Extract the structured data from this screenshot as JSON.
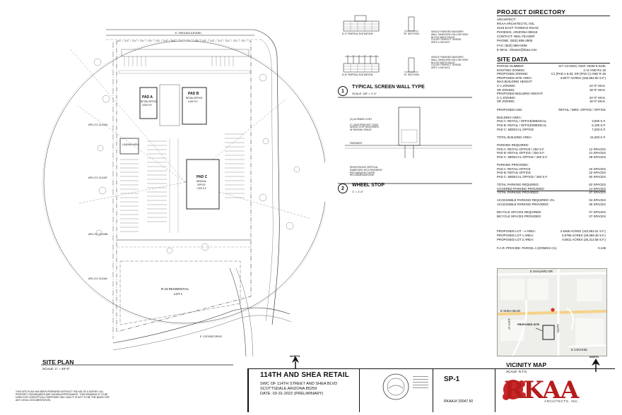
{
  "directory": {
    "title": "PROJECT DIRECTORY",
    "lines": [
      "ARCHITECT:",
      "RKAA ARCHITECTS, INC.",
      "2233 EAST THOMAS ROAD",
      "PHOENIX, ARIZONA 85016",
      "CONTACT: NEIL FEASER",
      "PHONE: (602) 955-3900",
      "FAX: (602) 955-0496",
      "E-MAIL: nfeaser@rkaa.com"
    ]
  },
  "site_data": {
    "title": "SITE DATA",
    "rows": [
      {
        "label": "PARCEL NUMBER:",
        "value": "217-13-034G, 034F, 034M & 034K"
      },
      {
        "label": "EXISTING ZONING:",
        "value": "C-O AND R1-18"
      },
      {
        "label": "PROPOSED ZONING:",
        "value": "C1 (PAD A & B), SR (PAD C) AND R-18"
      },
      {
        "label": "PROPOSED SITE AREA:",
        "value": "3.8077 ACRES (165,864.90 S.F.)"
      },
      {
        "label": "MAX.BUILDING HEIGHT:",
        "value": ""
      },
      {
        "label": "C-1 ZONING:",
        "value": "24'-0\" MAX."
      },
      {
        "label": "SR ZONING:",
        "value": "18'-0\" MAX."
      },
      {
        "label": "PROPOSED BUILDING HEIGHT:",
        "value": ""
      },
      {
        "label": "C-1 ZONING:",
        "value": "24'-0\" MAX."
      },
      {
        "label": "SR ZONING:",
        "value": "18'-0\" MAX."
      },
      {
        "label": "",
        "value": ""
      },
      {
        "label": "PROPOSED USE:",
        "value": "RETAIL / MED. OFFICE / OFFICE"
      },
      {
        "label": "",
        "value": ""
      },
      {
        "label": "BUILDING AREA:",
        "value": ""
      },
      {
        "label": "PAD A: RETAIL / OFFICE/MEDICAL",
        "value": "3,000 S.F."
      },
      {
        "label": "PAD B: RETAIL / OFFICE/MEDICAL",
        "value": "5,100 S.F."
      },
      {
        "label": "PAD C: MEDICAL OFFICE",
        "value": "7,203 S.F."
      },
      {
        "label": "",
        "value": ""
      },
      {
        "label": "TOTAL BUILDING AREA:",
        "value": "15,303 S.F."
      },
      {
        "label": "",
        "value": ""
      },
      {
        "label": "PARKING REQUIRED:",
        "value": ""
      },
      {
        "label": "PAD A: RETAIL-OFFICE / 250 S.F.",
        "value": "12 SPACES"
      },
      {
        "label": "PAD B: RETAIL-OFFICE / 250 S.F.",
        "value": "21 SPACES"
      },
      {
        "label": "PAD C: MEDICAL OFFICE / 250 S.F.",
        "value": "29 SPACES"
      },
      {
        "label": "",
        "value": ""
      },
      {
        "label": "PARKING PROVIDED:",
        "value": ""
      },
      {
        "label": "PAD A: RETAIL-OFFICE",
        "value": "15 SPACES"
      },
      {
        "label": "PAD B: RETAIL-OFFICE",
        "value": "22 SPACES"
      },
      {
        "label": "PAD C: MEDICAL OFFICE / 250 S.F.",
        "value": "50 SPACES"
      },
      {
        "label": "",
        "value": ""
      },
      {
        "label": "TOTAL PARKING REQUIRED:",
        "value": "62 SPACES"
      },
      {
        "label": "COVERED PARKING PROVIDED:",
        "value": "14 SPACES",
        "underline": true
      },
      {
        "label": "TOTAL PARKING PROVIDED:",
        "value": "87 SPACES"
      },
      {
        "label": "",
        "value": ""
      },
      {
        "label": "ACCESSIBLE PARKING REQUIRED: 4%",
        "value": "04 SPACES"
      },
      {
        "label": "ACCESSIBLE PARKING PROVIDED:",
        "value": "05 SPACES"
      },
      {
        "label": "",
        "value": ""
      },
      {
        "label": "BICYCLE SPACES REQUIRED:",
        "value": "07 SPACES"
      },
      {
        "label": "BICYCLE SPACES PROVIDED:",
        "value": "07 SPACES"
      }
    ],
    "lots": [
      {
        "label": "PROPOSED LOT - A AREA:",
        "value": "2.5469 ACRES (110,953.31 S.F.)"
      },
      {
        "label": "PROPOSED LOT 1 AREA:",
        "value": "0.6795 ACRES (29,599.48 S.F.)"
      },
      {
        "label": "PROPOSED LOT 2 AREA:",
        "value": "0.5811 ACRES (25,312.58 S.F.)"
      }
    ],
    "far": {
      "label": "F.A.R. PROVIDE: PARCEL A (ZONING-C1)",
      "value": "0.138"
    }
  },
  "vicinity_map": {
    "title": "VICINITY MAP",
    "scale": "SCALE:  N.T.S.",
    "streets": [
      "E SAHUARO DR",
      "E SHEA BLVD",
      "114TH",
      "E COCHISE",
      "115TH ST"
    ],
    "site_label": "PROPOSED SITE",
    "north": "NORTH"
  },
  "site_plan": {
    "title": "SITE PLAN",
    "scale": "SCALE:  1\" = 40'-0\"",
    "north": "NORTH",
    "labels": {
      "street_top": "E. SHEA BOULEVARD",
      "pad_a": "PAD A",
      "pad_a_use": "RETAIL/OFFICE",
      "pad_a_area": "3,000 S.F.",
      "pad_b": "PAD B",
      "pad_b_use": "RETAIL/OFFICE",
      "pad_b_area": "5,100 S.F.",
      "pad_c": "PAD C",
      "pad_c_use1": "MEDICAL",
      "pad_c_use2": "OFFICE",
      "pad_c_area": "7,203 S.F.",
      "loading": "LOADING AREA",
      "residential": "R-18 RESIDENTIAL",
      "lot": "LOT 1",
      "street_bottom": "E. COCHISE DRIVE",
      "apn1": "APN: 217-13-034G",
      "apn2": "APN: 217-13-034F",
      "apn3": "APN: 217-13-034M",
      "apn4": "APN: 217-13-034K"
    }
  },
  "details": {
    "d1_num": "1",
    "d1_title": "TYPICAL SCREEN WALL TYPE",
    "d1_scale": "SCALE:   3/8\" = 1'-0\"",
    "d2_num": "2",
    "d2_title": "WHEEL STOP",
    "d2_scale": "1\" = 1'-0\"",
    "elev1": "6'-0\" PARTIAL ELEVATION",
    "sect1": "\"B\" SECTION",
    "elev2": "6'-8\" PARTIAL ELEVATION",
    "sect2": "\"A\" SECTION",
    "notes_top": [
      "SINGLE FINISHED MASONRY",
      "WALL SHARLEEN HOLLOW GRAY",
      "BLOCK MATCH BLDG",
      "COLOR: PERFECT GREIGE",
      "SPEC # SW 6073"
    ],
    "notes_bottom": [
      "SINGLE FINISHED MASONRY",
      "WALL SHARLEEN HOLLOW GRAY",
      "BLOCK MATCH BLDG",
      "COLOR: PERFECT GREIGE",
      "SPEC # SW 6073"
    ],
    "wheel_notes": [
      "(2) #4 REBAR CONT.",
      "6\" LONG PRECAST CONC.",
      "WHEEL STOP ANCHORED",
      "IN PARKING SPACE",
      "PAVEMENT",
      "REINFORCING VERTICAL",
      "EMBEDDED INTO PAVEMENT",
      "PER MANUFACTURER",
      "RECOMMENDATIONS"
    ]
  },
  "title_block": {
    "project": "114TH AND SHEA RETAIL",
    "line1": "SWC OF 114TH STREET AND SHEA BLVD",
    "line2": "SCOTTSDALE ARIZONA 85259",
    "line3": "DATE: 03-31-2022 (PRELIMINARY)",
    "sheet": "SP-1",
    "job": "RKAAJ# 20047.50",
    "firm_logo": "RKAA",
    "firm_sub": "ARCHITECTS, INC.",
    "disclaimer": "THIS SITE PLAN HAS BEEN PREPARED WITHOUT THE AID OF A SURVEY. ALL PROPERTY BOUNDARIES ARE SHOWN APPROXIMATE. THIS DRAWING IS TO BE USED FOR CONCEPTUAL PURPOSES ONLY AND IT IS NOT TO BE THE BASIS FOR ANY LEGAL DOCUMENTATION."
  }
}
